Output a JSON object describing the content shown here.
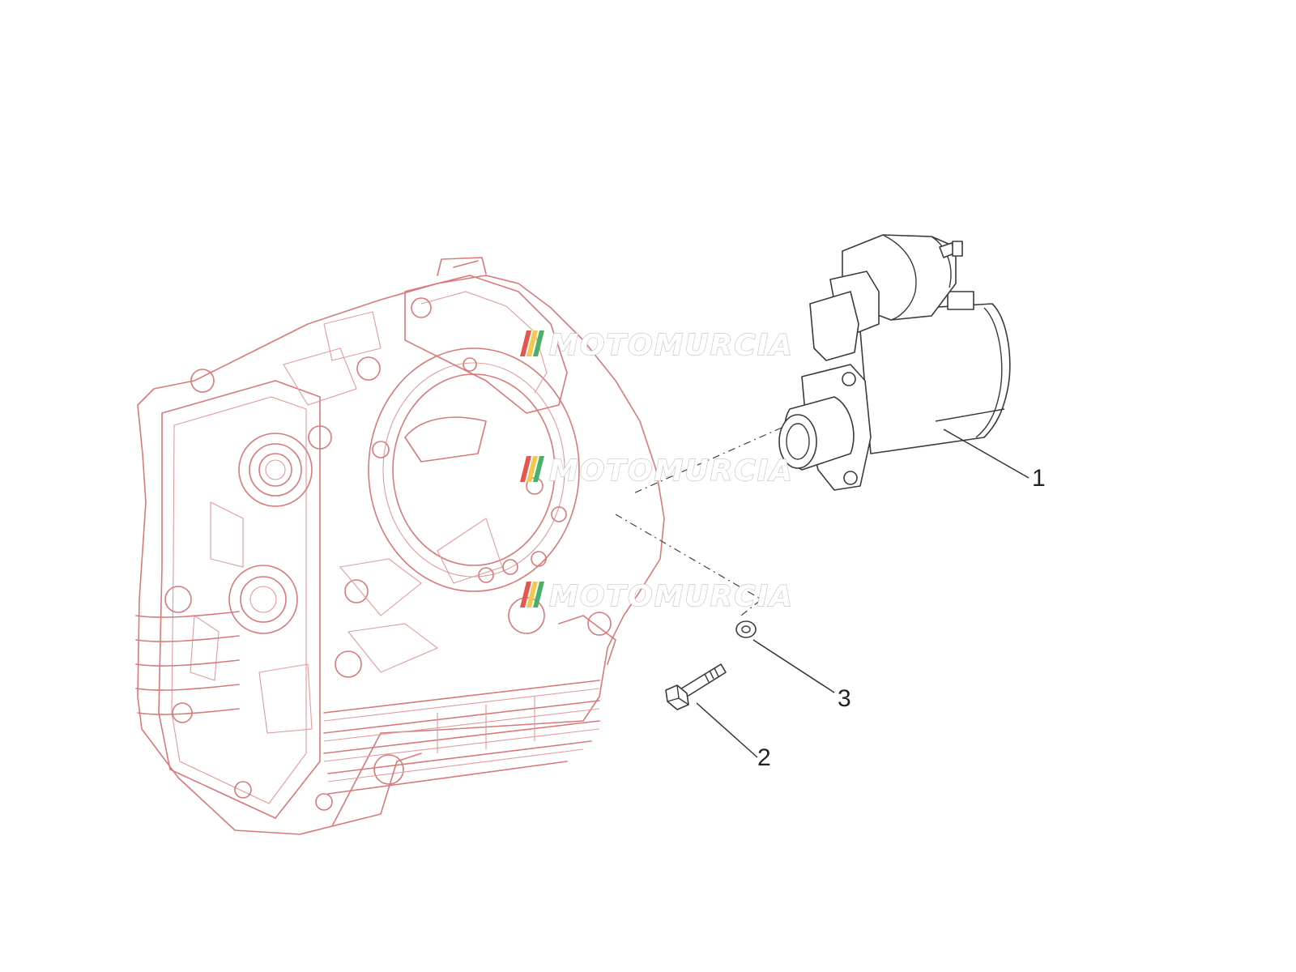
{
  "callouts": [
    {
      "number": "1",
      "part": "starter-motor"
    },
    {
      "number": "2",
      "part": "bolt"
    },
    {
      "number": "3",
      "part": "washer"
    }
  ],
  "watermark": {
    "text": "MOTOMURCIA",
    "stripe_colors": [
      "#e4564f",
      "#f2c94c",
      "#4caf6a"
    ],
    "count": 3
  },
  "colors": {
    "engine_outline": "#d77a7a",
    "part_outline": "#3a3a3a",
    "background": "#ffffff"
  }
}
